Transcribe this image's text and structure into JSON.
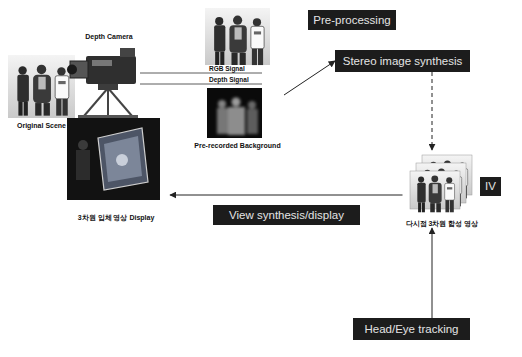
{
  "diagram": {
    "nodes": [
      {
        "text": [
          "Original Scene"
        ]
      },
      {
        "text": [
          "Depth Camera"
        ]
      },
      {
        "text": [
          "Pre-recorded Background"
        ]
      },
      {
        "text": [
          "Pre-processing"
        ]
      },
      {
        "text": [
          "Stereo image synthesis"
        ]
      },
      {
        "text": [
          "다시점 3차원 합성 영상"
        ]
      },
      {
        "text": [
          "IV"
        ]
      },
      {
        "text": [
          "View synthesis/display"
        ]
      },
      {
        "text": [
          "3차원 입체 영상 Display"
        ]
      },
      {
        "text": [
          "Head/Eye tracking"
        ]
      }
    ],
    "edges": [
      {
        "from": 2,
        "to": 4,
        "arrow": "to"
      },
      {
        "from": 4,
        "to": 5,
        "arrow": "to"
      },
      {
        "from": 5,
        "to": 8,
        "arrow": "to"
      },
      {
        "from": 9,
        "to": 5,
        "arrow": "to"
      }
    ],
    "labels": [
      "RGB Signal",
      "Depth Signal"
    ]
  }
}
